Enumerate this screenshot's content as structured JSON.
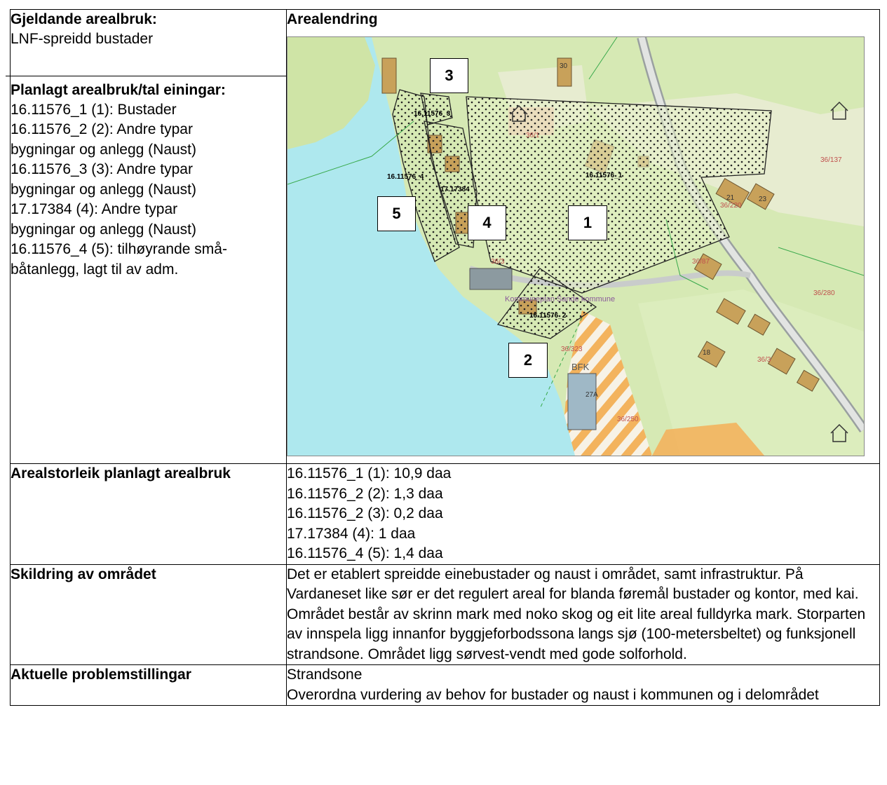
{
  "rows": {
    "top_left": {
      "current_use_heading": "Gjeldande arealbruk:",
      "current_use_value": "LNF-spreidd bustader",
      "planned_heading": "Planlagt arealbruk/tal einingar:",
      "planned_lines": [
        "16.11576_1 (1): Bustader",
        "16.11576_2 (2): Andre typar",
        "bygningar og anlegg (Naust)",
        "16.11576_3 (3): Andre typar",
        "bygningar og anlegg (Naust)",
        "17.17384 (4):  Andre typar",
        "bygningar og anlegg (Naust)",
        "16.11576_4 (5):  tilhøyrande små-",
        "båtanlegg, lagt til av adm."
      ]
    },
    "top_right": {
      "heading": "Arealendring",
      "map": {
        "labels": [
          "1",
          "2",
          "3",
          "4",
          "5"
        ],
        "zone_ids": [
          "16.11576_1",
          "16.11576_2",
          "16.11576_3",
          "16.11576_4",
          "17.17384"
        ],
        "parcels": [
          "36/137",
          "36/220",
          "36/87",
          "36/3",
          "36/280",
          "36/323",
          "36/250",
          "36/3",
          "36/1",
          "30",
          "21",
          "23",
          "18",
          "27A"
        ],
        "caption": "Kommuneplan Sande kommune",
        "bfk": "BFK"
      }
    },
    "size": {
      "label": "Arealstorleik planlagt arealbruk",
      "values": [
        "16.11576_1 (1): 10,9 daa",
        "16.11576_2 (2): 1,3 daa",
        "16.11576_2 (3): 0,2 daa",
        "17.17384 (4): 1 daa",
        "16.11576_4 (5): 1,4 daa"
      ]
    },
    "description": {
      "label": "Skildring av området",
      "text": "Det er etablert spreidde einebustader og naust i området, samt infrastruktur. På Vardaneset like sør er det regulert areal for blanda føremål bustader og kontor, med kai. Området består av skrinn mark med noko skog og eit lite areal fulldyrka mark. Storparten av innspela ligg innanfor byggjeforbodssona langs sjø (100-metersbeltet) og funksjonell strandsone. Området ligg sørvest-vendt med gode solforhold."
    },
    "issues": {
      "label": "Aktuelle problemstillingar",
      "lines": [
        "Strandsone",
        "Overordna vurdering av behov for bustader og naust i kommunen og i delområdet"
      ]
    }
  },
  "colors": {
    "sea": "#aee8ee",
    "forest": "#d6e9b4",
    "farmland": "#e7ecd0",
    "building": "#c8a15a",
    "road": "#9aa0a0",
    "hatch_orange": "#f3b35d"
  }
}
